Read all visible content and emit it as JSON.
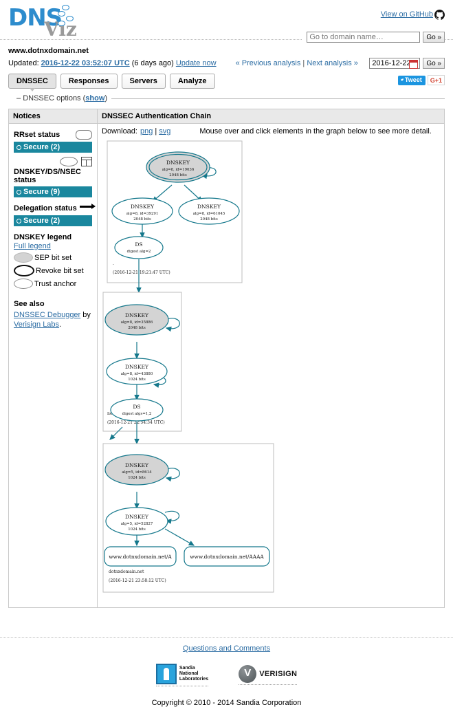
{
  "header": {
    "logo_dns": "DNS",
    "logo_viz": "Viz",
    "github_label": "View on GitHub",
    "search_placeholder": "Go to domain name…",
    "search_value": "",
    "go_label": "Go »"
  },
  "meta": {
    "domain": "www.dotnxdomain.net",
    "updated_label": "Updated:",
    "updated_date": "2016-12-22 03:52:07 UTC",
    "ago": "(6 days ago)",
    "update_now": "Update now",
    "prev_analysis": "« Previous analysis",
    "separator": "|",
    "next_analysis": "Next analysis »",
    "date_value": "2016-12-22",
    "date_go_label": "Go »"
  },
  "tabs": [
    {
      "label": "DNSSEC",
      "active": true
    },
    {
      "label": "Responses",
      "active": false
    },
    {
      "label": "Servers",
      "active": false
    },
    {
      "label": "Analyze",
      "active": false
    }
  ],
  "social": {
    "tweet_label": "Tweet",
    "gplus_label": "G+1"
  },
  "options": {
    "dash": "–",
    "label": "DNSSEC options (",
    "show": "show",
    "label_end": ")"
  },
  "notices": {
    "title": "Notices",
    "rrset_status_title": "RRset status",
    "rrset_status_value": "Secure (2)",
    "dnskey_status_title": "DNSKEY/DS/NSEC status",
    "dnskey_status_value": "Secure (9)",
    "delegation_status_title": "Delegation status",
    "delegation_status_value": "Secure (2)",
    "legend_title": "DNSKEY legend",
    "full_legend": "Full legend",
    "legend_items": [
      {
        "label": "SEP bit set"
      },
      {
        "label": "Revoke bit set"
      },
      {
        "label": "Trust anchor"
      }
    ],
    "see_also_title": "See also",
    "see_also_link": "DNSSEC Debugger",
    "see_also_by": " by ",
    "see_also_link2": "Verisign Labs",
    "see_also_end": "."
  },
  "graph": {
    "title": "DNSSEC Authentication Chain",
    "download_label": "Download:",
    "download_png": "png",
    "download_sep": "|",
    "download_svg": "svg",
    "hint": "Mouse over and click elements in the graph below to see more detail."
  },
  "chain": {
    "clusters": [
      {
        "name": ".",
        "timestamp": "(2016-12-21 19:21:47 UTC)",
        "nodes": [
          {
            "type": "DNSKEY",
            "line1": "DNSKEY",
            "line2": "alg=8, id=19036",
            "line3": "2048 bits",
            "sep": true,
            "trust_anchor": true
          },
          {
            "type": "DNSKEY",
            "line1": "DNSKEY",
            "line2": "alg=8, id=39291",
            "line3": "2048 bits",
            "sep": false,
            "trust_anchor": false
          },
          {
            "type": "DNSKEY",
            "line1": "DNSKEY",
            "line2": "alg=8, id=61045",
            "line3": "2048 bits",
            "sep": false,
            "trust_anchor": false
          },
          {
            "type": "DS",
            "line1": "DS",
            "line2": "digest alg=2",
            "line3": "",
            "sep": false,
            "trust_anchor": false
          }
        ]
      },
      {
        "name": "net",
        "timestamp": "(2016-12-21 22:54:34 UTC)",
        "nodes": [
          {
            "type": "DNSKEY",
            "line1": "DNSKEY",
            "line2": "alg=8, id=35886",
            "line3": "2048 bits",
            "sep": true,
            "trust_anchor": false
          },
          {
            "type": "DNSKEY",
            "line1": "DNSKEY",
            "line2": "alg=8, id=43880",
            "line3": "1024 bits",
            "sep": false,
            "trust_anchor": false
          },
          {
            "type": "DS",
            "line1": "DS",
            "line2": "digest algs=1,2",
            "line3": "",
            "sep": false,
            "trust_anchor": false
          }
        ]
      },
      {
        "name": "dotnxdomain.net",
        "timestamp": "(2016-12-21 23:58:12 UTC)",
        "nodes": [
          {
            "type": "DNSKEY",
            "line1": "DNSKEY",
            "line2": "alg=5, id=8614",
            "line3": "1024 bits",
            "sep": true,
            "trust_anchor": false
          },
          {
            "type": "DNSKEY",
            "line1": "DNSKEY",
            "line2": "alg=5, id=52827",
            "line3": "1024 bits",
            "sep": false,
            "trust_anchor": false
          },
          {
            "type": "RRSET",
            "line1": "www.dotnxdomain.net/A",
            "line2": "",
            "line3": "",
            "sep": false,
            "trust_anchor": false
          },
          {
            "type": "RRSET",
            "line1": "www.dotnxdomain.net/AAAA",
            "line2": "",
            "line3": "",
            "sep": false,
            "trust_anchor": false
          }
        ]
      }
    ]
  },
  "footer": {
    "questions": "Questions and Comments",
    "sandia_line1": "Sandia",
    "sandia_line2": "National",
    "sandia_line3": "Laboratories",
    "verisign": "VERISIGN",
    "copyright": "Copyright © 2010 - 2014 Sandia Corporation"
  },
  "colors": {
    "accent_teal": "#1a879e",
    "graph_teal": "#15788c",
    "link_blue": "#2b6ca3",
    "logo_blue": "#2d8ccd"
  }
}
